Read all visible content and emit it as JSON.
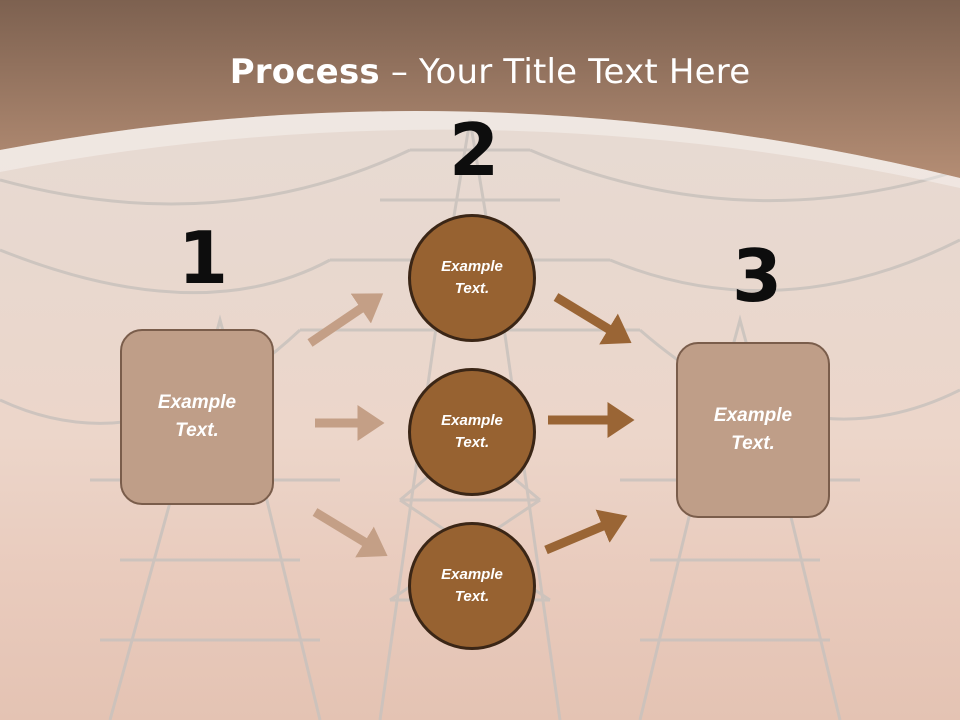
{
  "title": {
    "bold": "Process",
    "rest": " – Your Title Text Here"
  },
  "steps": [
    {
      "number": "1",
      "text": "Example Text."
    },
    {
      "number": "2",
      "items": [
        "Example Text.",
        "Example Text.",
        "Example Text."
      ]
    },
    {
      "number": "3",
      "text": "Example Text."
    }
  ],
  "colors": {
    "header": "#9a735c",
    "box_fill": "#bf9e88",
    "circle_fill": "#976231",
    "arrow_light": "#c49f86",
    "arrow_dark": "#9a6535"
  }
}
